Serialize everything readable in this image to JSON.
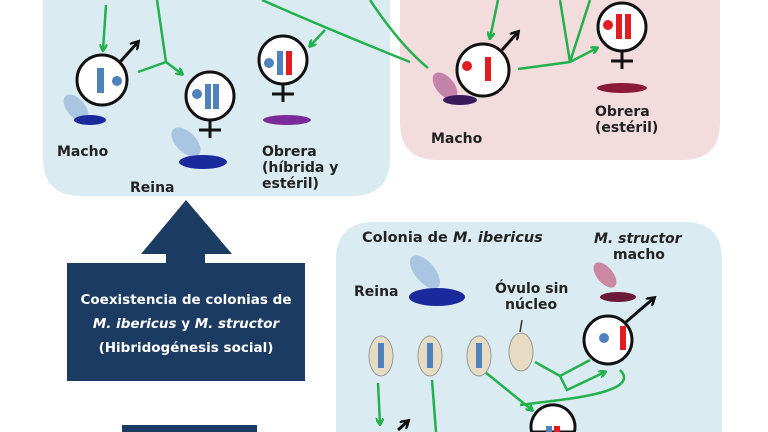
{
  "colors": {
    "blue_panel": "#dbebf2",
    "pink_panel": "#f2dcdd",
    "navy": "#1c3b62",
    "green": "#22b14c",
    "chrom_blue": "#4f81bd",
    "chrom_red": "#e31b23",
    "egg": "#e6dcc3"
  },
  "top_left_panel": {
    "male_label": "Macho",
    "queen_label": "Reina",
    "worker_label_1": "Obrera",
    "worker_label_2": "(híbrida y",
    "worker_label_3": "estéril)"
  },
  "top_right_panel": {
    "male_label": "Macho",
    "worker_label_1": "Obrera",
    "worker_label_2": "(estéril)"
  },
  "center_box": {
    "line1": "Coexistencia de colonias de",
    "line2_a": "M. ibericus",
    "line2_b": " y ",
    "line2_c": "M. structor",
    "line3": "(Hibridogénesis social)"
  },
  "bottom_right_panel": {
    "title_a": "Colonia de ",
    "title_b": "M. ibericus",
    "structor_1": "M. structor",
    "structor_2": "macho",
    "queen_label": "Reina",
    "egg_label_1": "Óvulo sin",
    "egg_label_2": "núcleo"
  }
}
